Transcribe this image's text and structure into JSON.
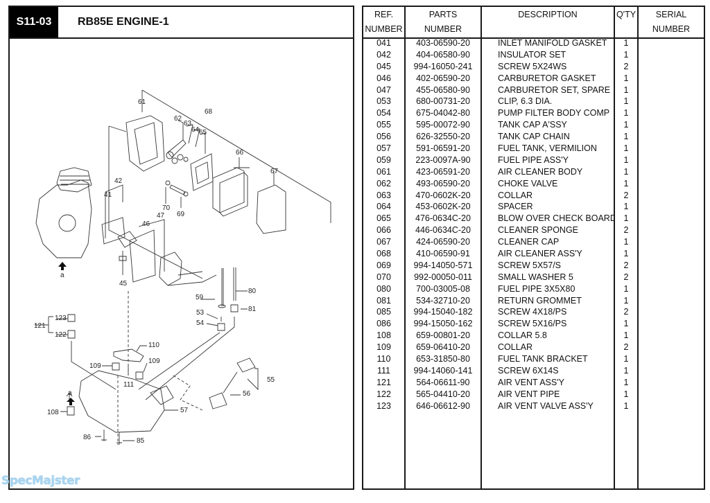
{
  "section": {
    "code": "S11-03",
    "title": "RB85E ENGINE-1"
  },
  "diagram": {
    "callouts": [
      "61",
      "62",
      "63",
      "64",
      "65",
      "66",
      "67",
      "68",
      "41",
      "42",
      "46",
      "47",
      "70",
      "69",
      "45",
      "a",
      "59",
      "80",
      "53",
      "81",
      "54",
      "121",
      "123",
      "122",
      "110",
      "109",
      "109",
      "111",
      "55",
      "56",
      "a",
      "108",
      "57",
      "86",
      "85"
    ]
  },
  "table": {
    "headers": {
      "ref": [
        "REF.",
        "NUMBER"
      ],
      "parts": [
        "PARTS",
        "NUMBER"
      ],
      "description": [
        "DESCRIPTION",
        ""
      ],
      "qty": [
        "Q'TY",
        ""
      ],
      "serial": [
        "SERIAL",
        "NUMBER"
      ]
    },
    "rows": [
      {
        "ref": "041",
        "part": "403-06590-20",
        "desc": "INLET MANIFOLD GASKET",
        "qty": "1"
      },
      {
        "ref": "042",
        "part": "404-06580-90",
        "desc": "INSULATOR SET",
        "qty": "1"
      },
      {
        "ref": "045",
        "part": "994-16050-241",
        "desc": "SCREW 5X24WS",
        "qty": "2"
      },
      {
        "ref": "046",
        "part": "402-06590-20",
        "desc": "CARBURETOR GASKET",
        "qty": "1"
      },
      {
        "ref": "047",
        "part": "455-06580-90",
        "desc": "CARBURETOR SET, SPARE",
        "qty": "1"
      },
      {
        "ref": "053",
        "part": "680-00731-20",
        "desc": "CLIP, 6.3 DIA.",
        "qty": "1"
      },
      {
        "ref": "054",
        "part": "675-04042-80",
        "desc": "PUMP FILTER BODY COMP",
        "qty": "1"
      },
      {
        "ref": "055",
        "part": "595-00072-90",
        "desc": "TANK CAP A'SSY",
        "qty": "1"
      },
      {
        "ref": "056",
        "part": "626-32550-20",
        "desc": "TANK CAP CHAIN",
        "qty": "1"
      },
      {
        "ref": "057",
        "part": "591-06591-20",
        "desc": "FUEL TANK, VERMILION",
        "qty": "1"
      },
      {
        "ref": "059",
        "part": "223-0097A-90",
        "desc": "FUEL PIPE ASS'Y",
        "qty": "1"
      },
      {
        "ref": "061",
        "part": "423-06591-20",
        "desc": "AIR CLEANER BODY",
        "qty": "1"
      },
      {
        "ref": "062",
        "part": "493-06590-20",
        "desc": "CHOKE VALVE",
        "qty": "1"
      },
      {
        "ref": "063",
        "part": "470-0602K-20",
        "desc": "COLLAR",
        "qty": "2"
      },
      {
        "ref": "064",
        "part": "453-0602K-20",
        "desc": "SPACER",
        "qty": "1"
      },
      {
        "ref": "065",
        "part": "476-0634C-20",
        "desc": "BLOW OVER CHECK BOARD",
        "qty": "1"
      },
      {
        "ref": "066",
        "part": "446-0634C-20",
        "desc": "CLEANER SPONGE",
        "qty": "2"
      },
      {
        "ref": "067",
        "part": "424-06590-20",
        "desc": "CLEANER CAP",
        "qty": "1"
      },
      {
        "ref": "068",
        "part": "410-06590-91",
        "desc": "AIR CLEANER ASS'Y",
        "qty": "1"
      },
      {
        "ref": "069",
        "part": "994-14050-571",
        "desc": "SCREW 5X57/S",
        "qty": "2"
      },
      {
        "ref": "070",
        "part": "992-00050-011",
        "desc": "SMALL WASHER 5",
        "qty": "2"
      },
      {
        "ref": "080",
        "part": "700-03005-08",
        "desc": "FUEL PIPE 3X5X80",
        "qty": "1"
      },
      {
        "ref": "081",
        "part": "534-32710-20",
        "desc": "RETURN GROMMET",
        "qty": "1"
      },
      {
        "ref": "085",
        "part": "994-15040-182",
        "desc": "SCREW 4X18/PS",
        "qty": "2"
      },
      {
        "ref": "086",
        "part": "994-15050-162",
        "desc": "SCREW 5X16/PS",
        "qty": "1"
      },
      {
        "ref": "108",
        "part": "659-00801-20",
        "desc": "COLLAR 5.8",
        "qty": "1"
      },
      {
        "ref": "109",
        "part": "659-06410-20",
        "desc": "COLLAR",
        "qty": "2"
      },
      {
        "ref": "110",
        "part": "653-31850-80",
        "desc": "FUEL TANK BRACKET",
        "qty": "1"
      },
      {
        "ref": "111",
        "part": "994-14060-141",
        "desc": "SCREW 6X14S",
        "qty": "1"
      },
      {
        "ref": "121",
        "part": "564-06611-90",
        "desc": "AIR VENT ASS'Y",
        "qty": "1"
      },
      {
        "ref": "122",
        "part": "565-04410-20",
        "desc": "AIR VENT PIPE",
        "qty": "1"
      },
      {
        "ref": "123",
        "part": "646-06612-90",
        "desc": "AIR VENT VALVE ASS'Y",
        "qty": "1"
      }
    ]
  },
  "watermark": "SpecMajster"
}
